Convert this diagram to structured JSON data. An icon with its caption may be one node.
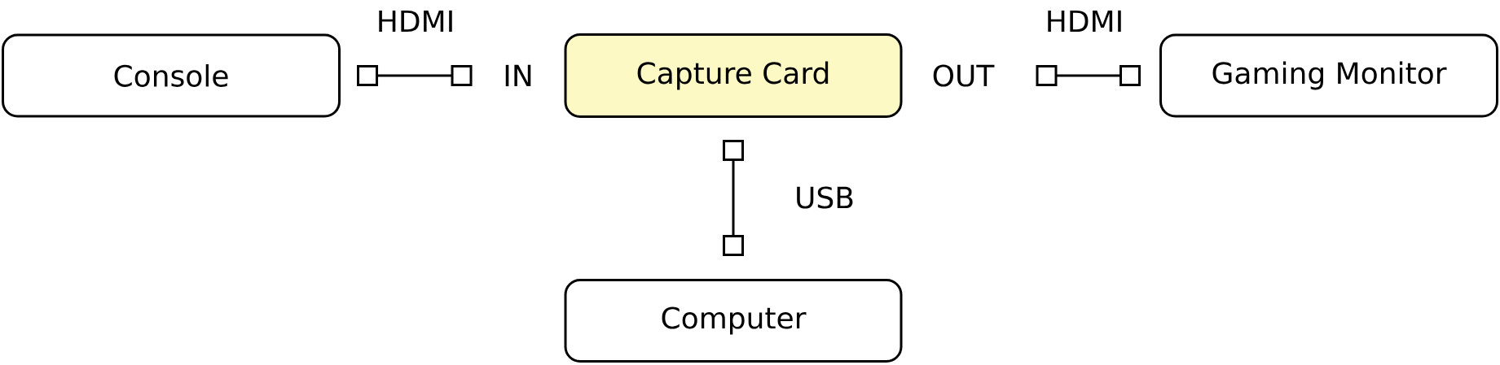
{
  "diagram": {
    "nodes": [
      {
        "text": [
          "Console"
        ]
      },
      {
        "text": [
          "Capture Card"
        ],
        "beside": [
          "IN",
          "OUT"
        ]
      },
      {
        "text": [
          "Gaming Monitor"
        ]
      },
      {
        "text": [
          "Computer"
        ]
      }
    ],
    "edges": [
      {
        "from": 0,
        "to": 1,
        "arrow": "other",
        "label": "HDMI"
      },
      {
        "from": 1,
        "to": 2,
        "arrow": "other",
        "label": "HDMI"
      },
      {
        "from": 1,
        "to": 3,
        "arrow": "other",
        "label": "USB"
      }
    ]
  }
}
